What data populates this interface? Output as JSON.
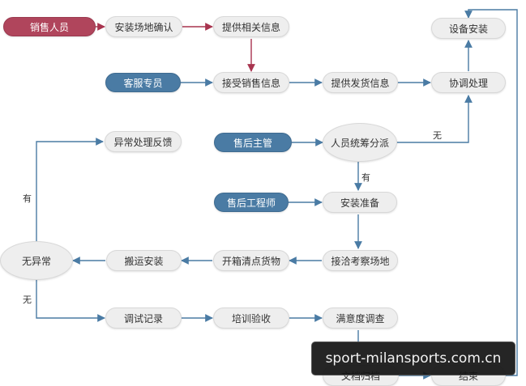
{
  "diagram": {
    "nodes": [
      {
        "id": "sales",
        "label": "销售人员",
        "style": "red"
      },
      {
        "id": "site_confirm",
        "label": "安装场地确认",
        "style": "gray"
      },
      {
        "id": "provide_info",
        "label": "提供相关信息",
        "style": "gray"
      },
      {
        "id": "device_install",
        "label": "设备安装",
        "style": "gray"
      },
      {
        "id": "cs_staff",
        "label": "客服专员",
        "style": "blue"
      },
      {
        "id": "receive_info",
        "label": "接受销售信息",
        "style": "gray"
      },
      {
        "id": "shipping_info",
        "label": "提供发货信息",
        "style": "gray"
      },
      {
        "id": "coordinate",
        "label": "协调处理",
        "style": "gray"
      },
      {
        "id": "anomaly_feedback",
        "label": "异常处理反馈",
        "style": "gray"
      },
      {
        "id": "aftersales_mgr",
        "label": "售后主管",
        "style": "blue"
      },
      {
        "id": "dispatch",
        "label": "人员统筹分派",
        "style": "gray"
      },
      {
        "id": "aftersales_eng",
        "label": "售后工程师",
        "style": "blue"
      },
      {
        "id": "install_prep",
        "label": "安装准备",
        "style": "gray"
      },
      {
        "id": "no_anomaly",
        "label": "无异常",
        "style": "gray"
      },
      {
        "id": "move_install",
        "label": "搬运安装",
        "style": "gray"
      },
      {
        "id": "unpack_check",
        "label": "开箱清点货物",
        "style": "gray"
      },
      {
        "id": "site_survey",
        "label": "接洽考察场地",
        "style": "gray"
      },
      {
        "id": "debug_record",
        "label": "调试记录",
        "style": "gray"
      },
      {
        "id": "training",
        "label": "培训验收",
        "style": "gray"
      },
      {
        "id": "satisfaction",
        "label": "满意度调查",
        "style": "gray"
      },
      {
        "id": "archive",
        "label": "文档归档",
        "style": "gray"
      },
      {
        "id": "end",
        "label": "结束",
        "style": "gray"
      }
    ],
    "edge_labels": {
      "dispatch_no": "无",
      "dispatch_yes": "有",
      "anomaly_yes": "有",
      "anomaly_no": "无"
    }
  },
  "watermark": {
    "text": "sport-milansports.com.cn"
  },
  "colors": {
    "red_edge": "#a8344f",
    "blue_edge": "#4a7ba4",
    "red_node": "#b0455c",
    "blue_node": "#4a7ba4",
    "gray_node": "#eeeeee"
  }
}
